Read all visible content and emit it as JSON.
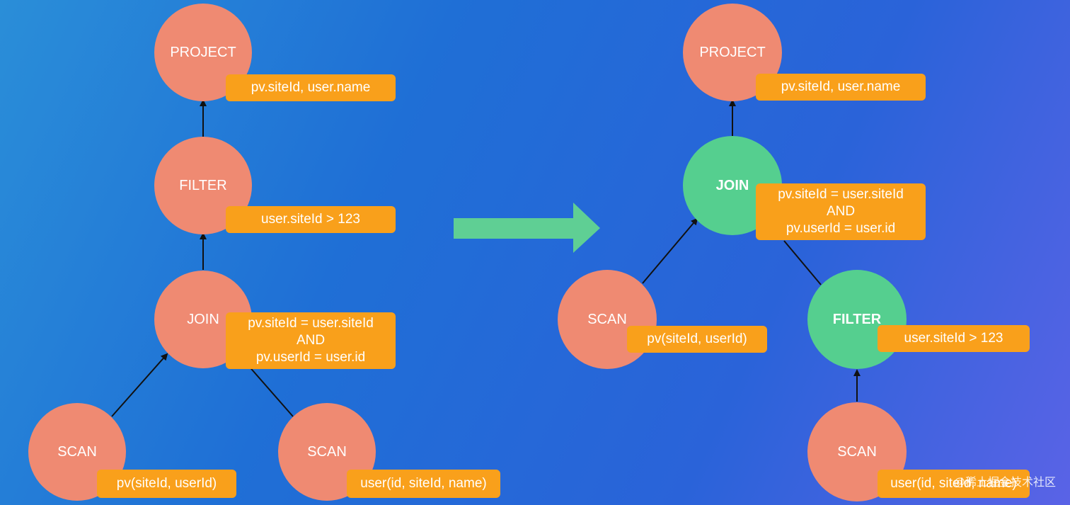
{
  "left_tree": {
    "project": {
      "title": "PROJECT",
      "label": "pv.siteId, user.name"
    },
    "filter": {
      "title": "FILTER",
      "label": "user.siteId > 123"
    },
    "join": {
      "title": "JOIN",
      "label_lines": [
        "pv.siteId = user.siteId",
        "AND",
        "pv.userId = user.id"
      ]
    },
    "scan_pv": {
      "title": "SCAN",
      "label": "pv(siteId, userId)"
    },
    "scan_user": {
      "title": "SCAN",
      "label": "user(id, siteId, name)"
    }
  },
  "right_tree": {
    "project": {
      "title": "PROJECT",
      "label": "pv.siteId, user.name"
    },
    "join": {
      "title": "JOIN",
      "label_lines": [
        "pv.siteId = user.siteId",
        "AND",
        "pv.userId = user.id"
      ]
    },
    "scan_pv": {
      "title": "SCAN",
      "label": "pv(siteId, userId)"
    },
    "filter": {
      "title": "FILTER",
      "label": "user.siteId > 123"
    },
    "scan_user": {
      "title": "SCAN",
      "label": "user(id, siteId, name)"
    }
  },
  "watermark": "@稀土掘金技术社区",
  "colors": {
    "node_default": "#ef8a72",
    "node_highlight": "#55cf8f",
    "label_bg": "#f9a01b",
    "transform_arrow": "#5fcf94"
  }
}
